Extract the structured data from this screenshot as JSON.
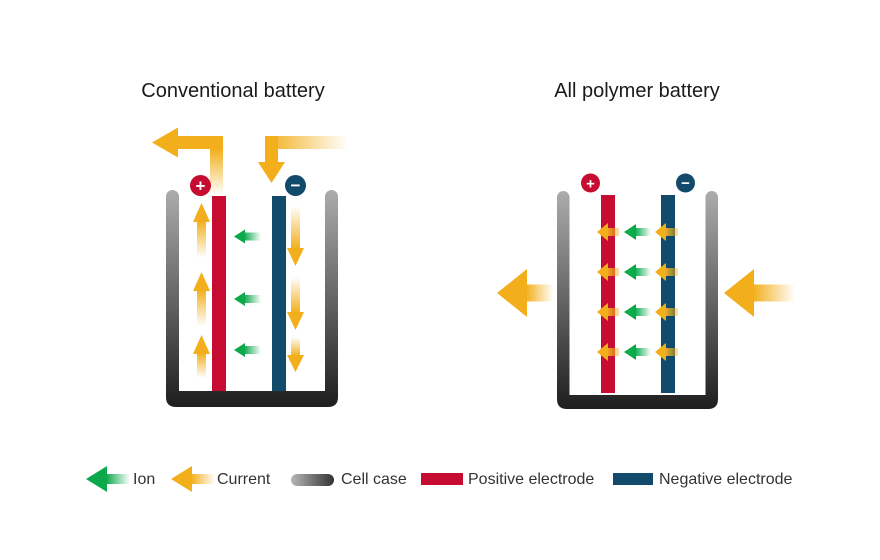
{
  "panels": {
    "left": {
      "title": "Conventional battery",
      "positive_symbol": "+",
      "negative_symbol": "−"
    },
    "right": {
      "title": "All polymer battery",
      "positive_symbol": "+",
      "negative_symbol": "−"
    }
  },
  "legend": {
    "ion_label": "Ion",
    "current_label": "Current",
    "cell_case_label": "Cell case",
    "positive_label": "Positive electrode",
    "negative_label": "Negative electrode"
  },
  "colors": {
    "current_yellow": "#F2AF1B",
    "ion_green": "#0CA94C",
    "positive_red": "#C60C30",
    "negative_navy": "#124A6B",
    "case_gray_light": "#ACACAC",
    "case_gray_dark": "#1E1E1E",
    "title_text": "#1A1A1A",
    "legend_text": "#333333"
  }
}
